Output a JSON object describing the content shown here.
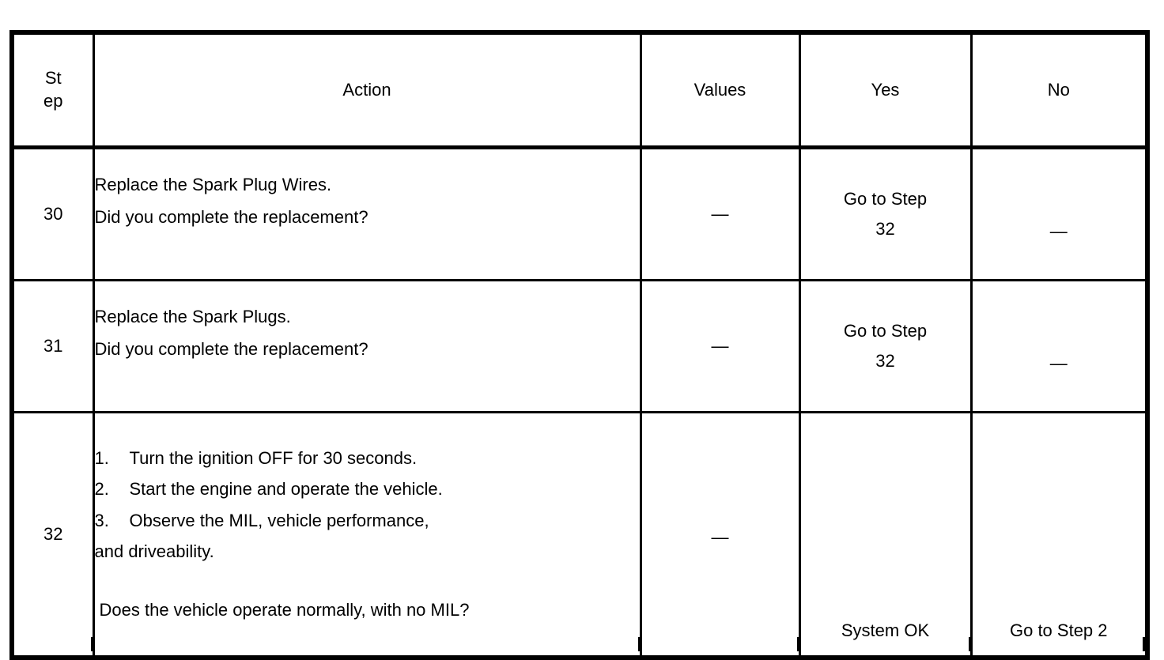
{
  "table": {
    "columns": [
      {
        "key": "step",
        "label_line1": "St",
        "label_line2": "ep"
      },
      {
        "key": "action",
        "label": "Action"
      },
      {
        "key": "values",
        "label": "Values"
      },
      {
        "key": "yes",
        "label": "Yes"
      },
      {
        "key": "no",
        "label": "No"
      }
    ],
    "rows": [
      {
        "step": "30",
        "action_lines": [
          "Replace the Spark Plug Wires.",
          "Did you complete the replacement?"
        ],
        "values": "—",
        "yes_line1": "Go to Step",
        "yes_line2": "32",
        "no": "—"
      },
      {
        "step": "31",
        "action_lines": [
          "Replace the Spark Plugs.",
          "Did you complete the replacement?"
        ],
        "values": "—",
        "yes_line1": "Go to Step",
        "yes_line2": "32",
        "no": "—"
      },
      {
        "step": "32",
        "numbered_items": [
          {
            "num": "1.",
            "text": "Turn the ignition OFF for 30 seconds."
          },
          {
            "num": "2.",
            "text": "Start the engine and operate the vehicle."
          },
          {
            "num": "3.",
            "text": "Observe the MIL, vehicle performance,"
          }
        ],
        "continuation_line": "and driveability.",
        "question_line": "Does the vehicle operate normally, with no MIL?",
        "values": "—",
        "yes": "System OK",
        "no": "Go to Step 2"
      }
    ]
  },
  "colors": {
    "border": "#000000",
    "text": "#000000",
    "background": "#ffffff"
  }
}
